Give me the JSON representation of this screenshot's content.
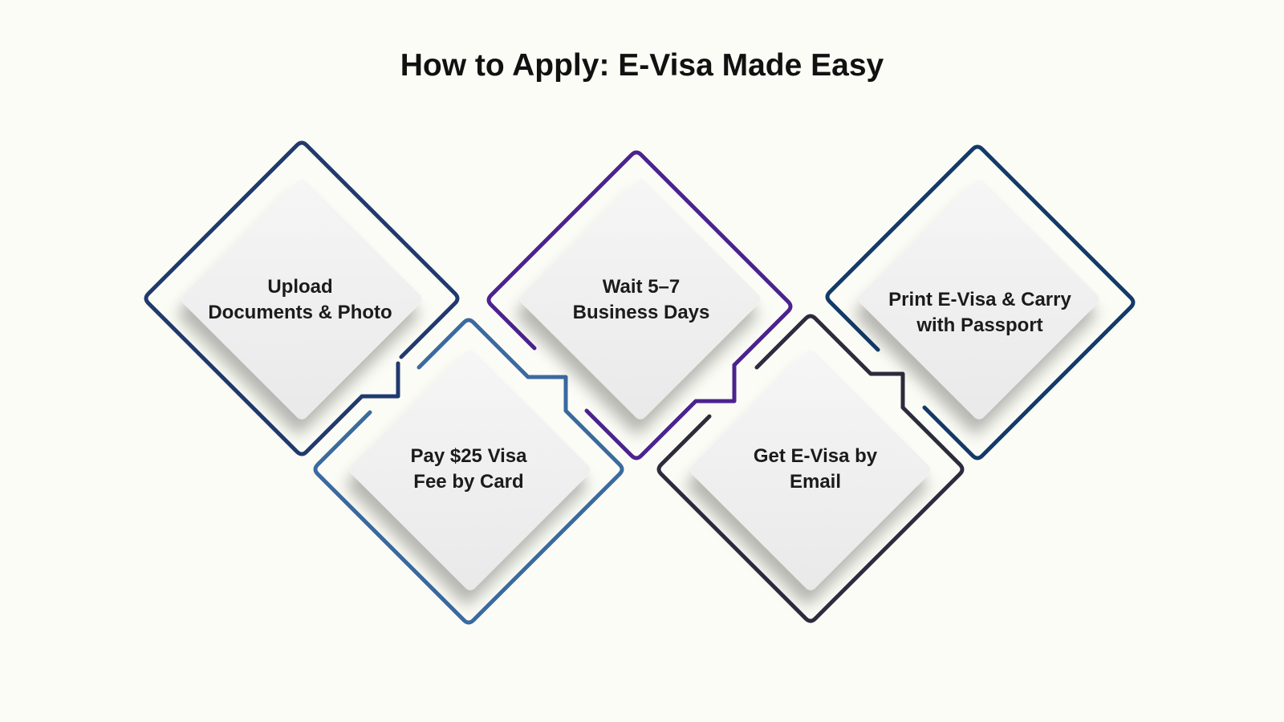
{
  "title": "How to Apply: E-Visa Made Easy",
  "steps": [
    {
      "label": "Upload\nDocuments & Photo",
      "color": "#1f3a6e"
    },
    {
      "label": "Pay $25 Visa\nFee by Card",
      "color": "#3a6aa0"
    },
    {
      "label": "Wait 5–7\nBusiness Days",
      "color": "#4b238f"
    },
    {
      "label": "Get E-Visa by\nEmail",
      "color": "#2c2c3e"
    },
    {
      "label": "Print E-Visa & Carry\nwith Passport",
      "color": "#123a6a"
    }
  ]
}
